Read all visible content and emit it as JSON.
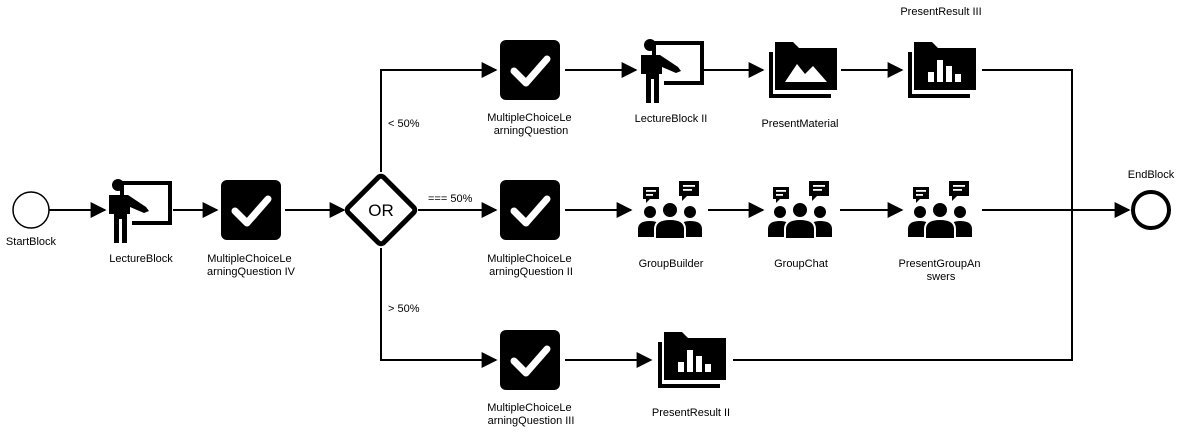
{
  "diagram": {
    "start": {
      "label": "StartBlock"
    },
    "end": {
      "label": "EndBlock"
    },
    "gateway": {
      "label": "OR"
    },
    "nodes": {
      "lecture1": {
        "label_lines": [
          "LectureBlock"
        ]
      },
      "mcq4": {
        "label_lines": [
          "MultipleChoiceLe",
          "arningQuestion IV"
        ]
      },
      "mcq1": {
        "label_lines": [
          "MultipleChoiceLe",
          "arningQuestion"
        ]
      },
      "lecture2": {
        "label_lines": [
          "LectureBlock II"
        ]
      },
      "material": {
        "label_lines": [
          "PresentMaterial"
        ]
      },
      "result3": {
        "label_lines": [
          "PresentResult III"
        ]
      },
      "mcq2": {
        "label_lines": [
          "MultipleChoiceLe",
          "arningQuestion II"
        ]
      },
      "groupbuilder": {
        "label_lines": [
          "GroupBuilder"
        ]
      },
      "groupchat": {
        "label_lines": [
          "GroupChat"
        ]
      },
      "groupanswers": {
        "label_lines": [
          "PresentGroupAn",
          "swers"
        ]
      },
      "mcq3": {
        "label_lines": [
          "MultipleChoiceLe",
          "arningQuestion III"
        ]
      },
      "result2": {
        "label_lines": [
          "PresentResult II"
        ]
      }
    },
    "conditions": {
      "low": "< 50%",
      "equal": "=== 50%",
      "high": "> 50%"
    }
  }
}
